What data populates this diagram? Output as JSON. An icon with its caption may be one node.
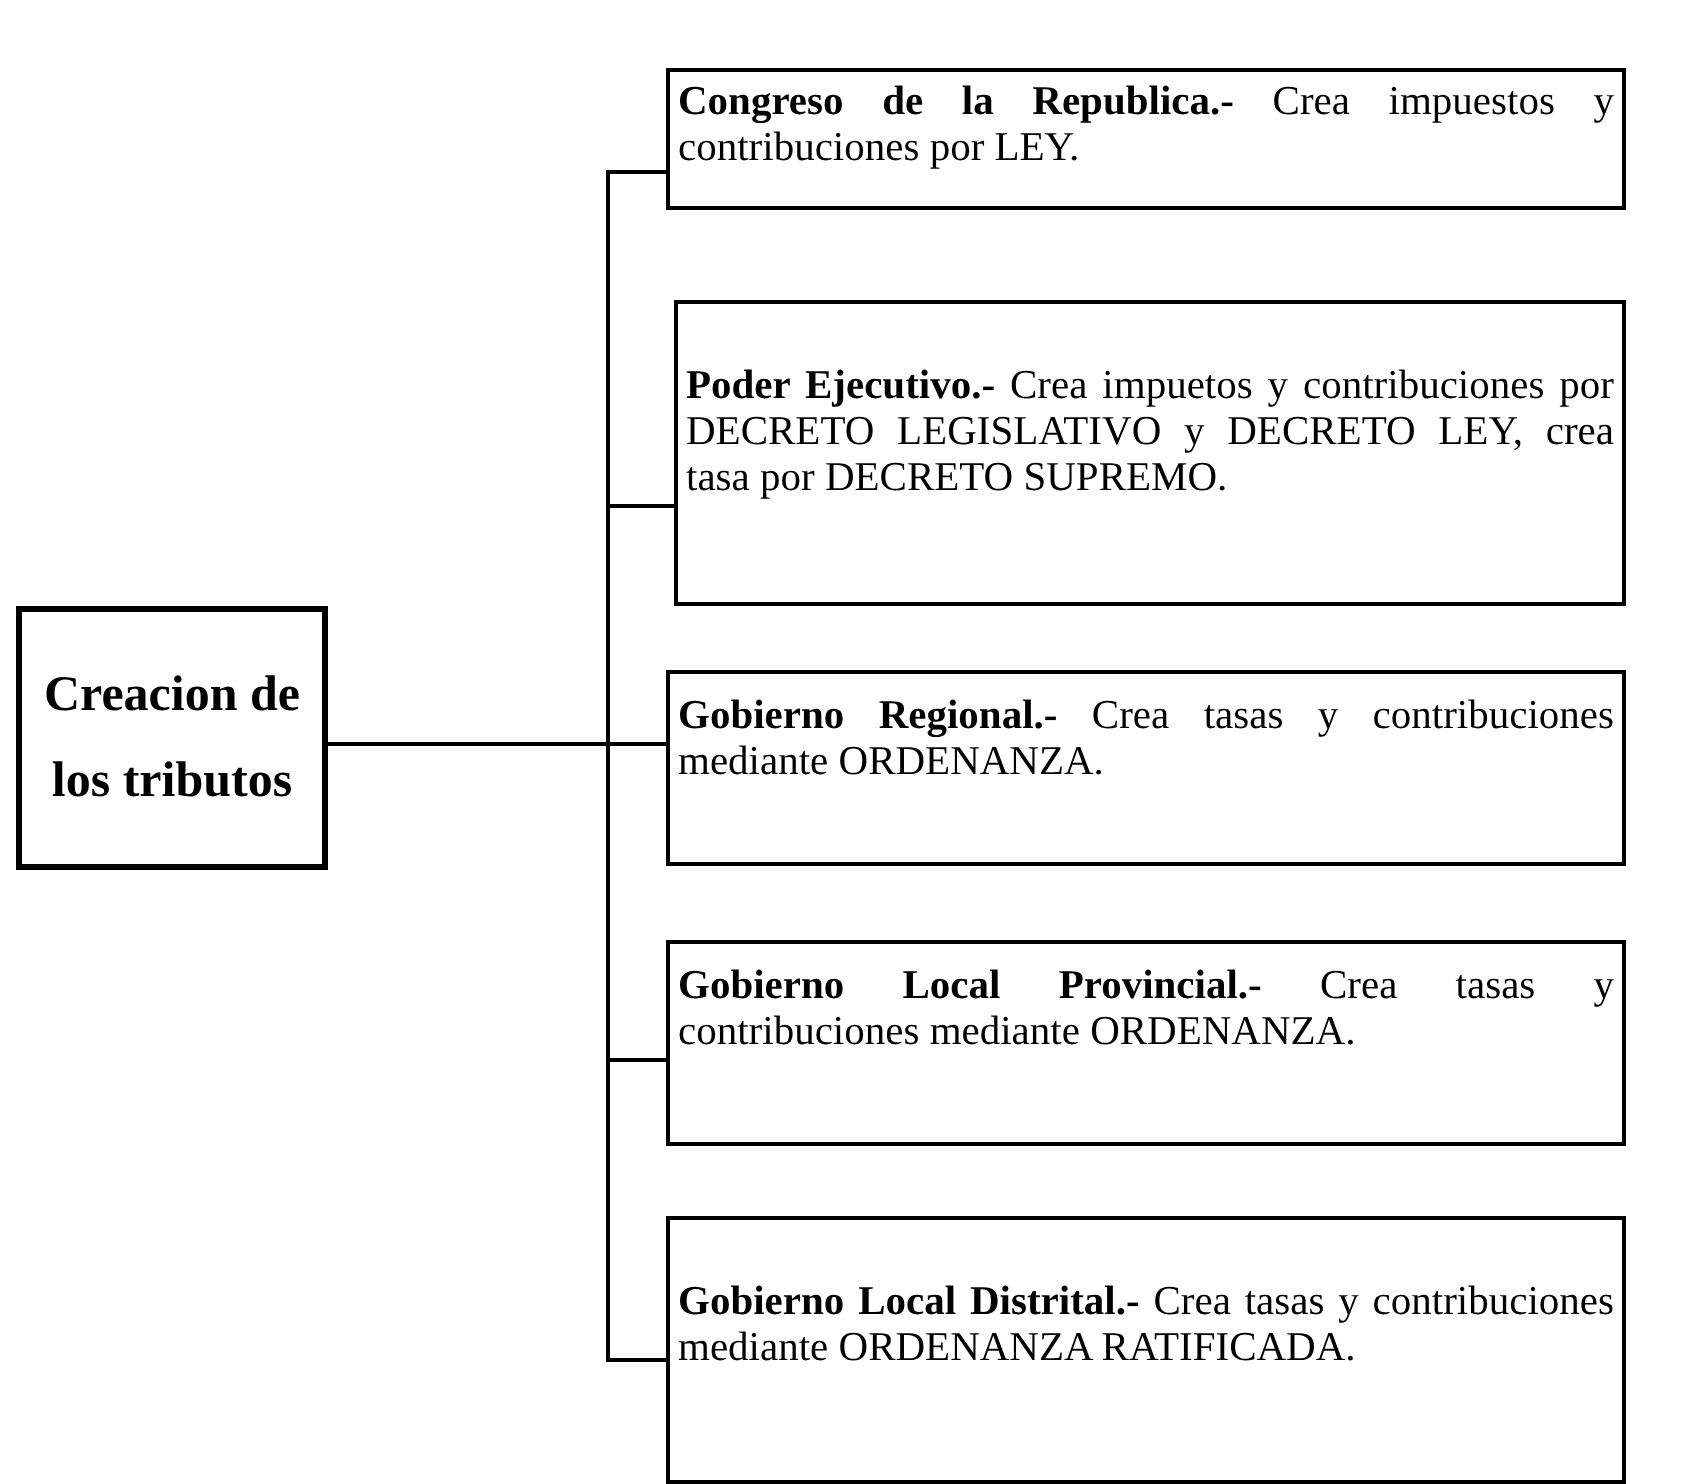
{
  "diagram": {
    "nodes": [
      {
        "text": [
          "Creacion de los tributos"
        ]
      },
      {
        "text": [
          "**Congreso de la Republica.-** Crea impuestos y contribuciones por LEY."
        ]
      },
      {
        "text": [
          "**Poder Ejecutivo.-** Crea impuetos y contribuciones por DECRETO LEGISLATIVO y DECRETO LEY, crea tasa por DECRETO SUPREMO."
        ]
      },
      {
        "text": [
          "**Gobierno Regional.-** Crea tasas y contribuciones mediante ORDENANZA."
        ]
      },
      {
        "text": [
          "**Gobierno Local Provincial.-** Crea tasas y contribuciones mediante ORDENANZA."
        ]
      },
      {
        "text": [
          "**Gobierno Local Distrital.-** Crea tasas y contribuciones mediante ORDENANZA RATIFICADA."
        ]
      }
    ],
    "edges": [
      {
        "from": 0,
        "to": 1,
        "arrow": "none"
      },
      {
        "from": 0,
        "to": 2,
        "arrow": "none"
      },
      {
        "from": 0,
        "to": 3,
        "arrow": "none"
      },
      {
        "from": 0,
        "to": 4,
        "arrow": "none"
      },
      {
        "from": 0,
        "to": 5,
        "arrow": "none"
      }
    ]
  }
}
